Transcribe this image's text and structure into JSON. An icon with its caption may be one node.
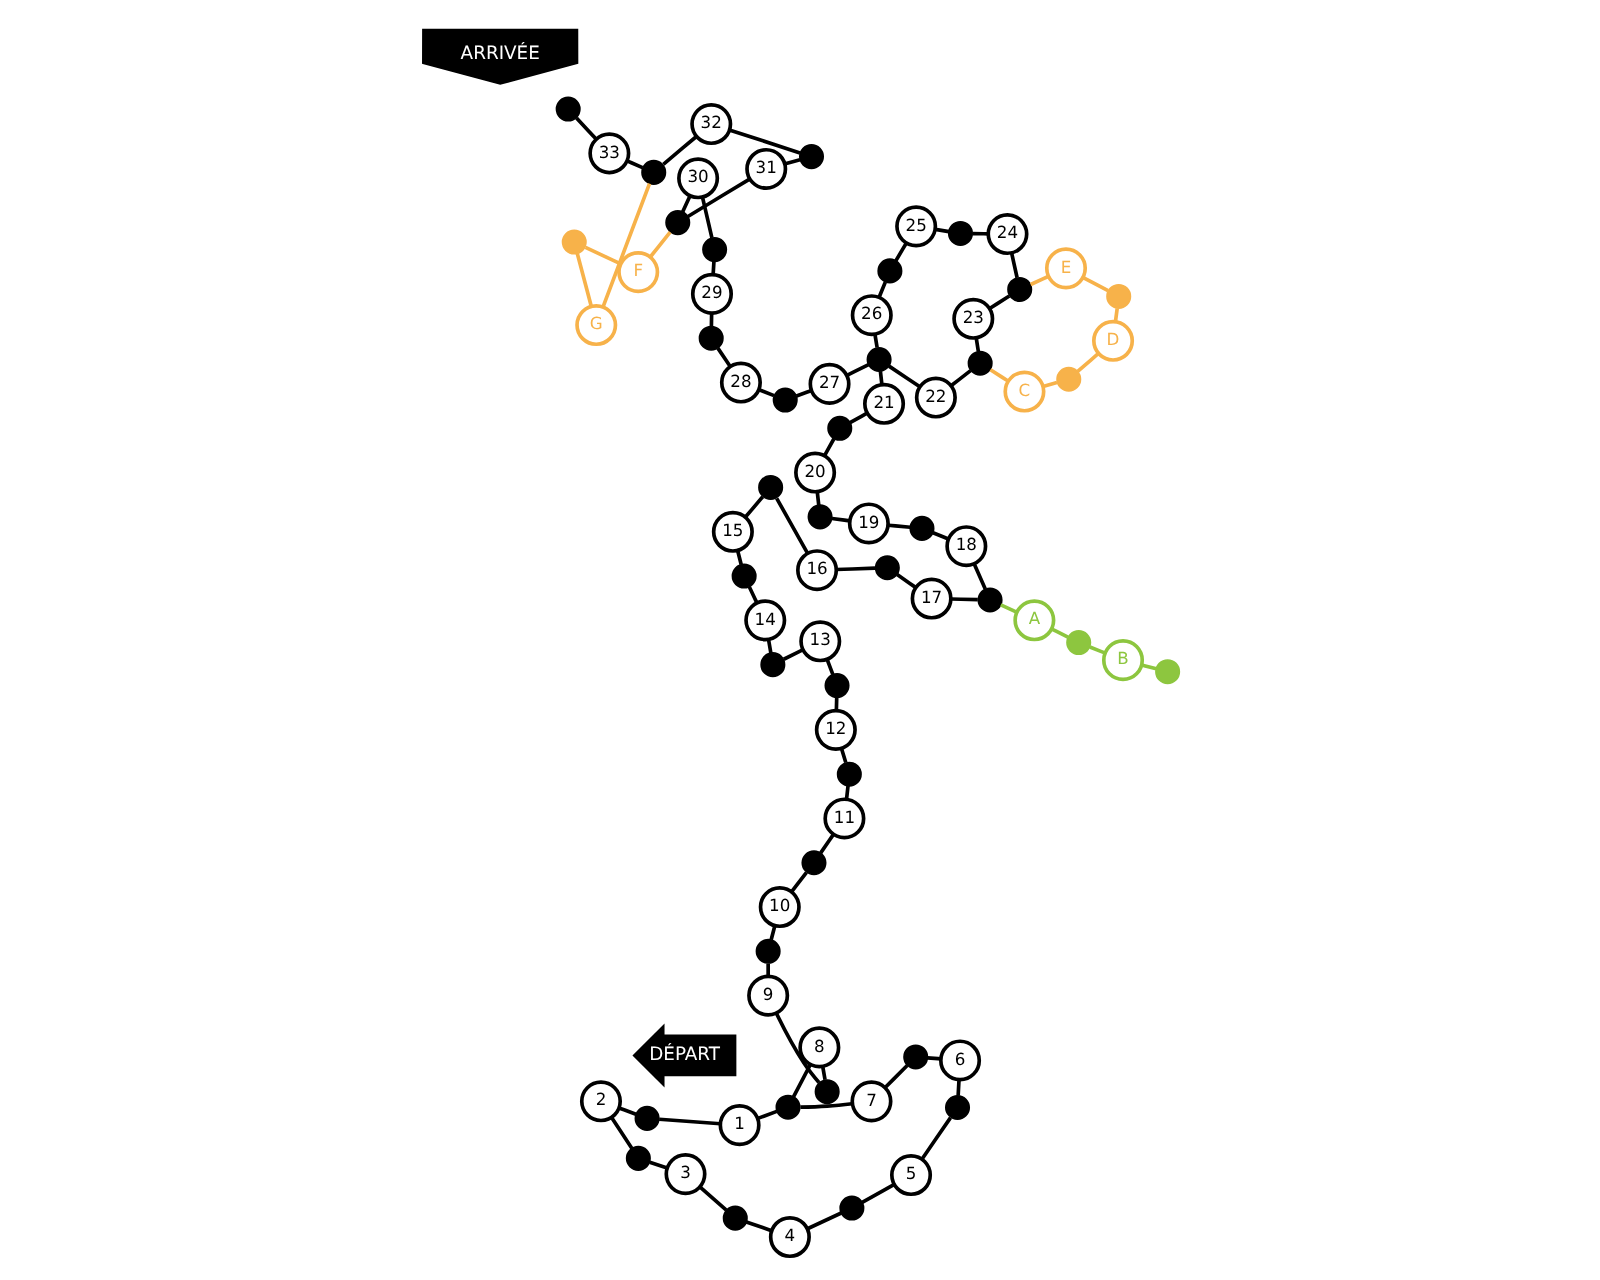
{
  "diagram": {
    "nodes": [
      {
        "text": [
          "DÉPART"
        ]
      },
      {
        "text": [
          "ARRIVÉE"
        ]
      },
      {
        "text": [],
        "shape": "circle"
      },
      {
        "text": [
          "1"
        ]
      },
      {
        "text": [],
        "shape": "circle"
      },
      {
        "text": [
          "2"
        ]
      },
      {
        "text": [],
        "shape": "circle"
      },
      {
        "text": [
          "3"
        ]
      },
      {
        "text": [],
        "shape": "circle"
      },
      {
        "text": [
          "4"
        ]
      },
      {
        "text": [],
        "shape": "circle"
      },
      {
        "text": [
          "5"
        ]
      },
      {
        "text": [],
        "shape": "circle"
      },
      {
        "text": [
          "6"
        ]
      },
      {
        "text": [],
        "shape": "circle"
      },
      {
        "text": [
          "7"
        ]
      },
      {
        "text": [
          "8"
        ]
      },
      {
        "text": [],
        "shape": "circle"
      },
      {
        "text": [
          "9"
        ]
      },
      {
        "text": [],
        "shape": "circle"
      },
      {
        "text": [
          "10"
        ]
      },
      {
        "text": [],
        "shape": "circle"
      },
      {
        "text": [
          "11"
        ]
      },
      {
        "text": [],
        "shape": "circle"
      },
      {
        "text": [
          "12"
        ]
      },
      {
        "text": [],
        "shape": "circle"
      },
      {
        "text": [
          "13"
        ]
      },
      {
        "text": [],
        "shape": "circle"
      },
      {
        "text": [
          "14"
        ]
      },
      {
        "text": [],
        "shape": "circle"
      },
      {
        "text": [
          "15"
        ]
      },
      {
        "text": [],
        "shape": "circle"
      },
      {
        "text": [
          "16"
        ]
      },
      {
        "text": [],
        "shape": "circle"
      },
      {
        "text": [
          "17"
        ]
      },
      {
        "text": [],
        "shape": "circle"
      },
      {
        "text": [
          "18"
        ]
      },
      {
        "text": [],
        "shape": "circle"
      },
      {
        "text": [
          "19"
        ]
      },
      {
        "text": [],
        "shape": "circle"
      },
      {
        "text": [
          "20"
        ]
      },
      {
        "text": [],
        "shape": "circle"
      },
      {
        "text": [
          "21"
        ]
      },
      {
        "text": [],
        "shape": "circle"
      },
      {
        "text": [
          "22"
        ]
      },
      {
        "text": [],
        "shape": "circle"
      },
      {
        "text": [
          "23"
        ]
      },
      {
        "text": [],
        "shape": "circle"
      },
      {
        "text": [
          "24"
        ]
      },
      {
        "text": [],
        "shape": "circle"
      },
      {
        "text": [
          "25"
        ]
      },
      {
        "text": [],
        "shape": "circle"
      },
      {
        "text": [
          "26"
        ]
      },
      {
        "text": [
          "27"
        ]
      },
      {
        "text": [],
        "shape": "circle"
      },
      {
        "text": [
          "28"
        ]
      },
      {
        "text": [],
        "shape": "circle"
      },
      {
        "text": [
          "29"
        ]
      },
      {
        "text": [],
        "shape": "circle"
      },
      {
        "text": [
          "30"
        ]
      },
      {
        "text": [],
        "shape": "circle"
      },
      {
        "text": [
          "31"
        ]
      },
      {
        "text": [],
        "shape": "circle"
      },
      {
        "text": [
          "32"
        ]
      },
      {
        "text": [],
        "shape": "circle"
      },
      {
        "text": [
          "33"
        ]
      },
      {
        "text": [],
        "shape": "circle"
      },
      {
        "text": [
          "A"
        ]
      },
      {
        "text": [],
        "shape": "circle"
      },
      {
        "text": [
          "B"
        ]
      },
      {
        "text": [],
        "shape": "circle"
      },
      {
        "text": [
          "C"
        ]
      },
      {
        "text": [],
        "shape": "circle"
      },
      {
        "text": [
          "D"
        ]
      },
      {
        "text": [],
        "shape": "circle"
      },
      {
        "text": [
          "E"
        ]
      },
      {
        "text": [
          "F"
        ]
      },
      {
        "text": [],
        "shape": "circle"
      },
      {
        "text": [
          "G"
        ]
      }
    ],
    "edges": [
      {
        "from": 2,
        "to": 3,
        "arrow": "none"
      },
      {
        "from": 3,
        "to": 4,
        "arrow": "none"
      },
      {
        "from": 4,
        "to": 5,
        "arrow": "none"
      },
      {
        "from": 5,
        "to": 6,
        "arrow": "none"
      },
      {
        "from": 6,
        "to": 7,
        "arrow": "none"
      },
      {
        "from": 7,
        "to": 8,
        "arrow": "none"
      },
      {
        "from": 8,
        "to": 9,
        "arrow": "none"
      },
      {
        "from": 9,
        "to": 10,
        "arrow": "none"
      },
      {
        "from": 10,
        "to": 11,
        "arrow": "none"
      },
      {
        "from": 11,
        "to": 12,
        "arrow": "none"
      },
      {
        "from": 12,
        "to": 13,
        "arrow": "none"
      },
      {
        "from": 13,
        "to": 14,
        "arrow": "none"
      },
      {
        "from": 14,
        "to": 15,
        "arrow": "none"
      },
      {
        "from": 15,
        "to": 2,
        "arrow": "none"
      },
      {
        "from": 2,
        "to": 16,
        "arrow": "none"
      },
      {
        "from": 16,
        "to": 17,
        "arrow": "none"
      },
      {
        "from": 17,
        "to": 18,
        "arrow": "none"
      },
      {
        "from": 18,
        "to": 19,
        "arrow": "none"
      },
      {
        "from": 19,
        "to": 20,
        "arrow": "none"
      },
      {
        "from": 20,
        "to": 21,
        "arrow": "none"
      },
      {
        "from": 21,
        "to": 22,
        "arrow": "none"
      },
      {
        "from": 22,
        "to": 23,
        "arrow": "none"
      },
      {
        "from": 23,
        "to": 24,
        "arrow": "none"
      },
      {
        "from": 24,
        "to": 25,
        "arrow": "none"
      },
      {
        "from": 25,
        "to": 26,
        "arrow": "none"
      },
      {
        "from": 26,
        "to": 27,
        "arrow": "none"
      },
      {
        "from": 27,
        "to": 28,
        "arrow": "none"
      },
      {
        "from": 28,
        "to": 29,
        "arrow": "none"
      },
      {
        "from": 29,
        "to": 30,
        "arrow": "none"
      },
      {
        "from": 30,
        "to": 31,
        "arrow": "none"
      },
      {
        "from": 31,
        "to": 32,
        "arrow": "none"
      },
      {
        "from": 32,
        "to": 33,
        "arrow": "none"
      },
      {
        "from": 33,
        "to": 34,
        "arrow": "none"
      },
      {
        "from": 34,
        "to": 35,
        "arrow": "none"
      },
      {
        "from": 35,
        "to": 36,
        "arrow": "none"
      },
      {
        "from": 36,
        "to": 37,
        "arrow": "none"
      },
      {
        "from": 37,
        "to": 38,
        "arrow": "none"
      },
      {
        "from": 38,
        "to": 39,
        "arrow": "none"
      },
      {
        "from": 39,
        "to": 40,
        "arrow": "none"
      },
      {
        "from": 40,
        "to": 41,
        "arrow": "none"
      },
      {
        "from": 41,
        "to": 42,
        "arrow": "none"
      },
      {
        "from": 42,
        "to": 43,
        "arrow": "none"
      },
      {
        "from": 43,
        "to": 44,
        "arrow": "none"
      },
      {
        "from": 44,
        "to": 45,
        "arrow": "none"
      },
      {
        "from": 45,
        "to": 46,
        "arrow": "none"
      },
      {
        "from": 46,
        "to": 47,
        "arrow": "none"
      },
      {
        "from": 47,
        "to": 48,
        "arrow": "none"
      },
      {
        "from": 48,
        "to": 49,
        "arrow": "none"
      },
      {
        "from": 49,
        "to": 50,
        "arrow": "none"
      },
      {
        "from": 50,
        "to": 51,
        "arrow": "none"
      },
      {
        "from": 51,
        "to": 52,
        "arrow": "none"
      },
      {
        "from": 52,
        "to": 43,
        "arrow": "none"
      },
      {
        "from": 43,
        "to": 53,
        "arrow": "none"
      },
      {
        "from": 53,
        "to": 54,
        "arrow": "none"
      },
      {
        "from": 54,
        "to": 55,
        "arrow": "none"
      },
      {
        "from": 55,
        "to": 56,
        "arrow": "none"
      },
      {
        "from": 56,
        "to": 57,
        "arrow": "none"
      },
      {
        "from": 57,
        "to": 58,
        "arrow": "none"
      },
      {
        "from": 58,
        "to": 59,
        "arrow": "none"
      },
      {
        "from": 59,
        "to": 60,
        "arrow": "none"
      },
      {
        "from": 60,
        "to": 61,
        "arrow": "none"
      },
      {
        "from": 61,
        "to": 62,
        "arrow": "none"
      },
      {
        "from": 62,
        "to": 63,
        "arrow": "none"
      },
      {
        "from": 63,
        "to": 64,
        "arrow": "none"
      },
      {
        "from": 64,
        "to": 65,
        "arrow": "none"
      },
      {
        "from": 65,
        "to": 66,
        "arrow": "none"
      },
      {
        "from": 35,
        "to": 67,
        "arrow": "none",
        "color": "#8dc63f"
      },
      {
        "from": 67,
        "to": 68,
        "arrow": "none",
        "color": "#8dc63f"
      },
      {
        "from": 68,
        "to": 69,
        "arrow": "none",
        "color": "#8dc63f"
      },
      {
        "from": 69,
        "to": 70,
        "arrow": "none",
        "color": "#8dc63f"
      },
      {
        "from": 45,
        "to": 71,
        "arrow": "none",
        "color": "#f7b24a"
      },
      {
        "from": 71,
        "to": 72,
        "arrow": "none",
        "color": "#f7b24a"
      },
      {
        "from": 72,
        "to": 73,
        "arrow": "none",
        "color": "#f7b24a"
      },
      {
        "from": 73,
        "to": 74,
        "arrow": "none",
        "color": "#f7b24a"
      },
      {
        "from": 74,
        "to": 75,
        "arrow": "none",
        "color": "#f7b24a"
      },
      {
        "from": 75,
        "to": 47,
        "arrow": "none",
        "color": "#f7b24a"
      },
      {
        "from": 60,
        "to": 76,
        "arrow": "none",
        "color": "#f7b24a"
      },
      {
        "from": 76,
        "to": 77,
        "arrow": "none",
        "color": "#f7b24a"
      },
      {
        "from": 77,
        "to": 78,
        "arrow": "none",
        "color": "#f7b24a"
      },
      {
        "from": 78,
        "to": 64,
        "arrow": "none",
        "color": "#f7b24a"
      }
    ]
  }
}
